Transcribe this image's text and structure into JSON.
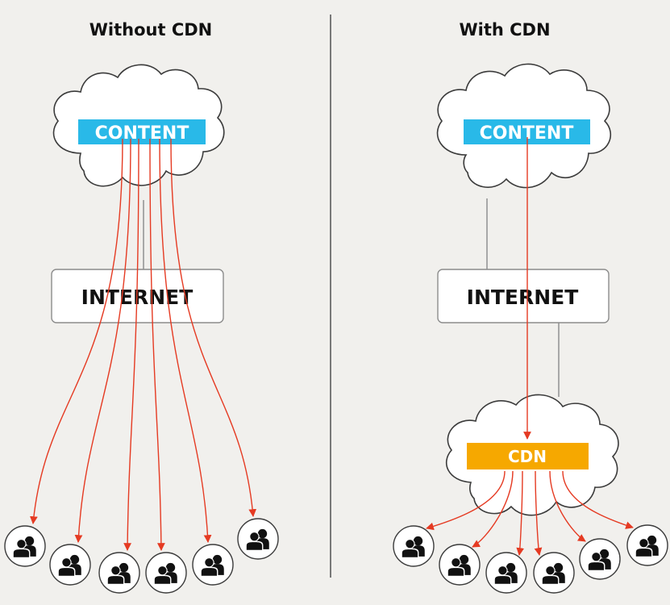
{
  "panels": [
    {
      "id": "without-cdn",
      "title": "Without CDN",
      "content_label": "CONTENT",
      "internet_label": "INTERNET",
      "cdn_label": null,
      "user_count": 6
    },
    {
      "id": "with-cdn",
      "title": "With CDN",
      "content_label": "CONTENT",
      "internet_label": "INTERNET",
      "cdn_label": "CDN",
      "user_count": 6
    }
  ],
  "colors": {
    "content_box": "#29b9e8",
    "cdn_box": "#f6a800",
    "flow_arrow": "#e53a22",
    "divider": "#5a5a5a",
    "background": "#f1f0ed"
  },
  "icons": {
    "user": "user-group-icon",
    "cloud": "cloud-icon"
  }
}
